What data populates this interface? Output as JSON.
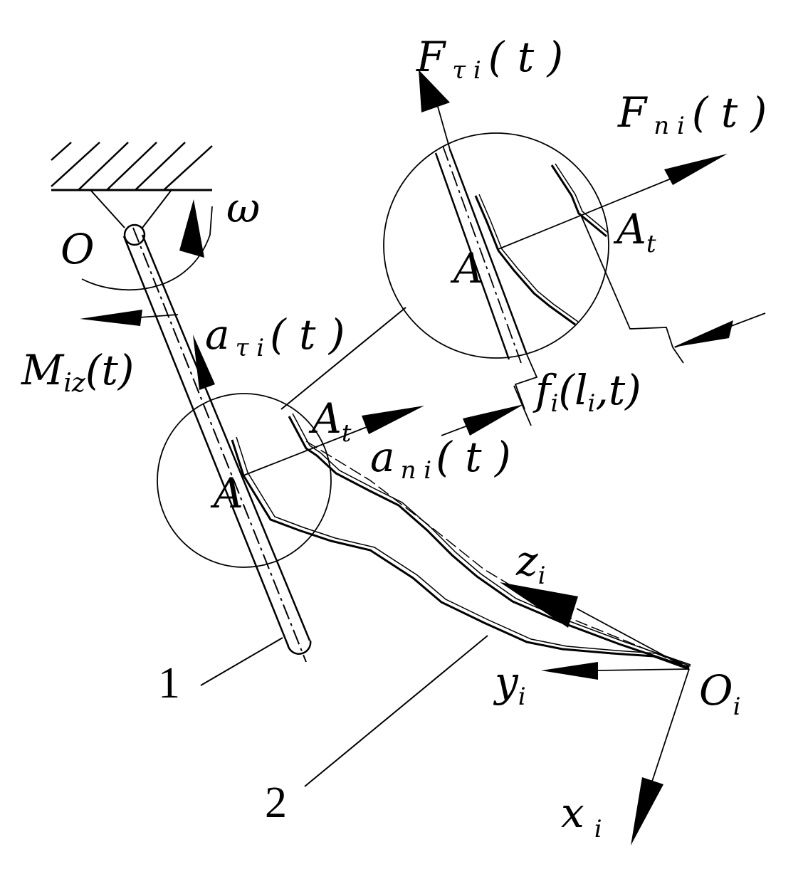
{
  "diagram": {
    "labels": {
      "F_tau": {
        "base": "F",
        "sub": "τ i",
        "arg": "( t )"
      },
      "F_n": {
        "base": "F",
        "sub": "n i",
        "arg": "( t )"
      },
      "omega": "ω",
      "O": "O",
      "M": {
        "base": "M",
        "sub": "iz",
        "arg": "(t)"
      },
      "a_tau": {
        "base": "a",
        "sub": "τ i",
        "arg": "( t )"
      },
      "a_n": {
        "base": "a",
        "sub": "n i",
        "arg": "( t )"
      },
      "A_inset": "A",
      "At_inset": {
        "base": "A",
        "sub": "t"
      },
      "A_main": "A",
      "At_main": {
        "base": "A",
        "sub": "t"
      },
      "f": {
        "base": "f",
        "sub": "i",
        "open": "(",
        "l": "l",
        "lsub": "i",
        "rest": ",t)"
      },
      "z": {
        "base": "z",
        "sub": "i"
      },
      "y": {
        "base": "y",
        "sub": "i"
      },
      "Oi": {
        "base": "O",
        "sub": "i"
      },
      "x": {
        "base": "x",
        "sub": "i"
      },
      "one": "1",
      "two": "2"
    }
  }
}
